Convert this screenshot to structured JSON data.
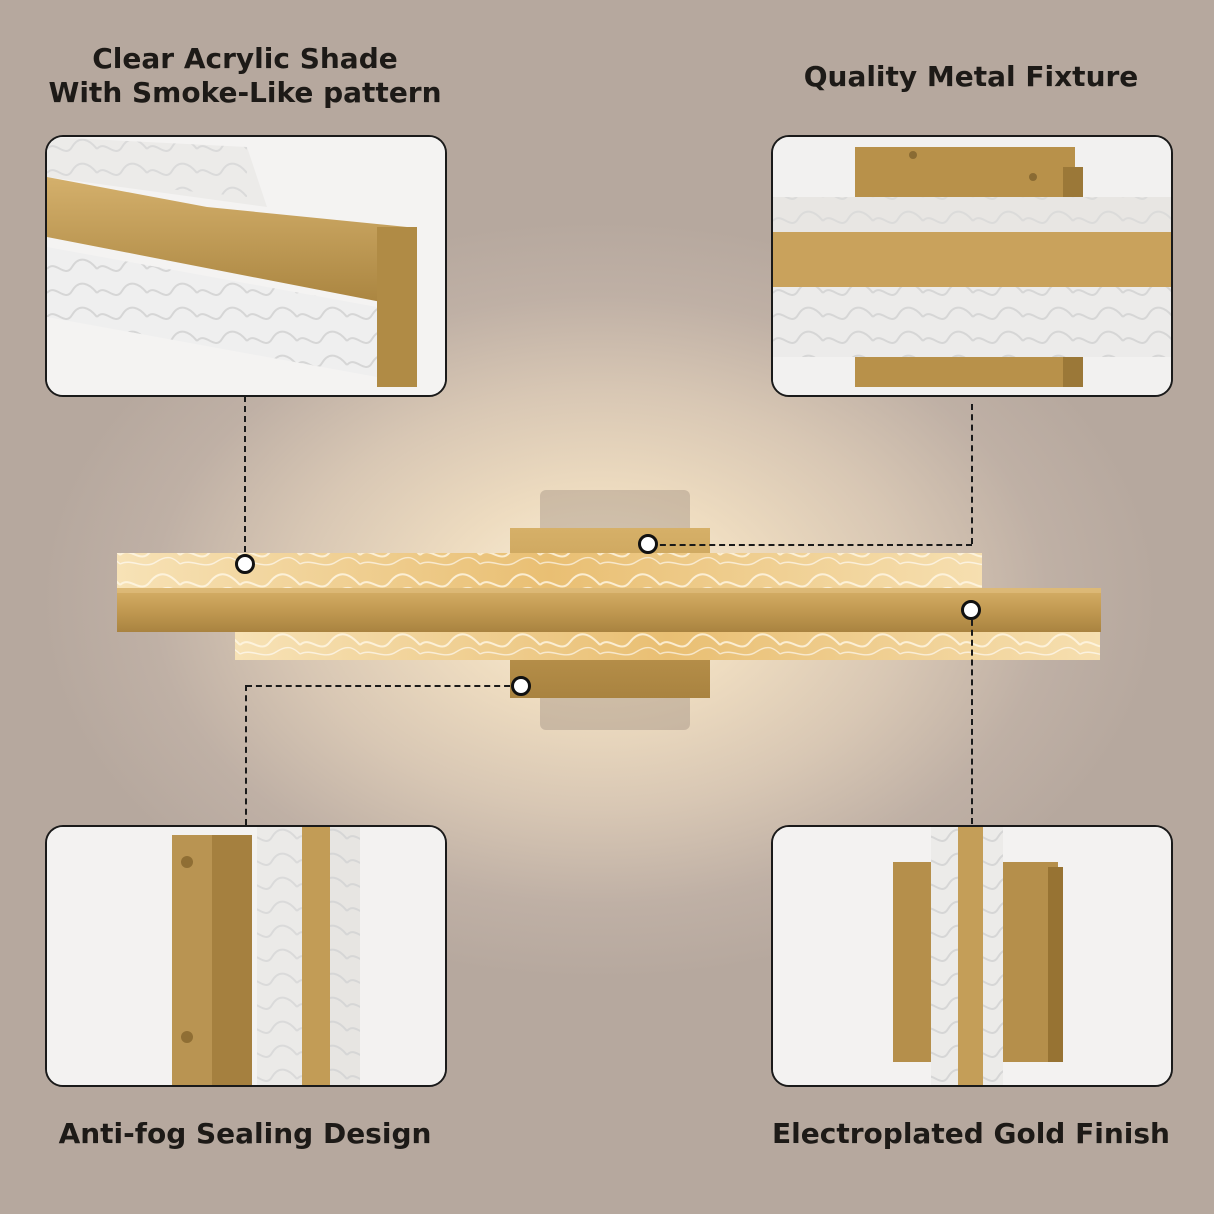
{
  "labels": {
    "top_left": [
      "Clear Acrylic Shade",
      "With Smoke-Like pattern"
    ],
    "top_right": "Quality Metal Fixture",
    "bottom_left": "Anti-fog Sealing Design",
    "bottom_right": "Electroplated Gold Finish"
  },
  "colors": {
    "gold": "#c49a4f",
    "acrylic_glow": "#f3d8a2",
    "label_text": "#1d1a17",
    "panel_bg": "#f3f2f1"
  }
}
